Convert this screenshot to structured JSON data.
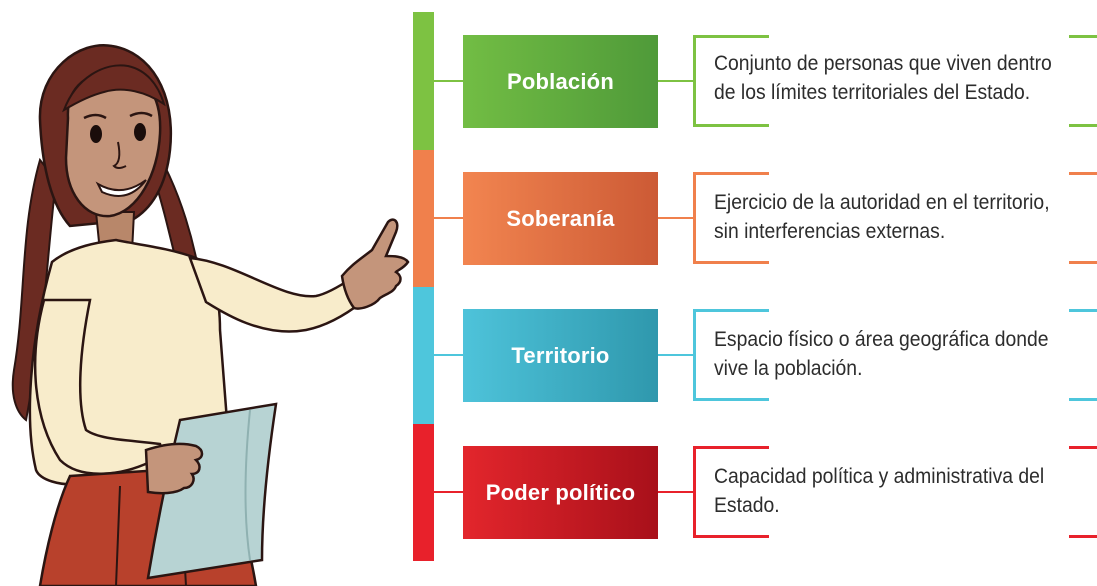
{
  "colors": {
    "poblacion": "#7dc242",
    "soberania": "#f0804c",
    "territorio": "#4ec6dc",
    "poder": "#e8212b"
  },
  "elements": [
    {
      "title": "Población",
      "description": "Conjunto de personas que viven dentro de los límites territoriales del Estado."
    },
    {
      "title": "Soberanía",
      "description": "Ejercicio de la autoridad en el territorio, sin interferencias externas."
    },
    {
      "title": "Territorio",
      "description": "Espacio físico o área geográfica donde vive la población."
    },
    {
      "title": "Poder político",
      "description": "Capacidad política y administrativa del Estado."
    }
  ]
}
